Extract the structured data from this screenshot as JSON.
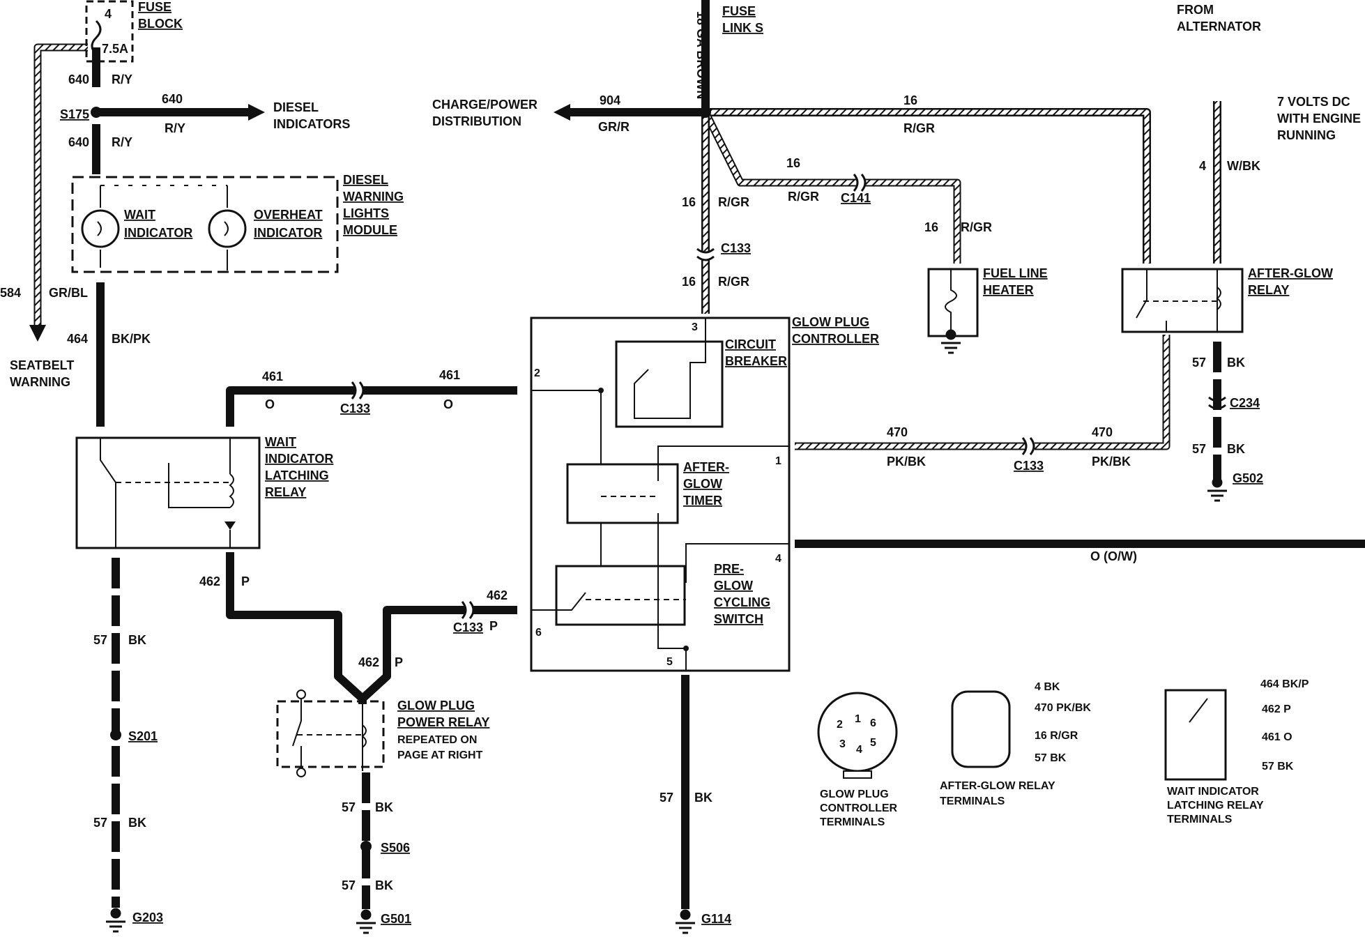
{
  "fuse_block": {
    "pin": "4",
    "rating": "7.5A",
    "l1": "FUSE",
    "l2": "BLOCK"
  },
  "wires": {
    "w640": "640",
    "ry": "R/Y",
    "s175": "S175",
    "diesel_ind_1": "DIESEL",
    "diesel_ind_2": "INDICATORS",
    "w584": "584",
    "grbl": "GR/BL",
    "seatbelt_1": "SEATBELT",
    "seatbelt_2": "WARNING",
    "w464": "464",
    "bkpk": "BK/PK",
    "w461": "461",
    "o": "O",
    "c133": "C133",
    "w462": "462",
    "p": "P",
    "w57": "57",
    "bk": "BK",
    "s201": "S201",
    "g203": "G203",
    "s506": "S506",
    "g501": "G501",
    "g114": "G114",
    "w904": "904",
    "grr": "GR/R",
    "charge_1": "CHARGE/POWER",
    "charge_2": "DISTRIBUTION",
    "fuse_link_ga": "18 GA BROWN",
    "fuse_link_1": "FUSE",
    "fuse_link_2": "LINK S",
    "w16": "16",
    "rgr": "R/GR",
    "c141": "C141",
    "from_alt_1": "FROM",
    "from_alt_2": "ALTERNATOR",
    "volts_1": "7 VOLTS DC",
    "volts_2": "WITH ENGINE",
    "volts_3": "RUNNING",
    "w4": "4",
    "wbk": "W/BK",
    "c234": "C234",
    "g502": "G502",
    "w470": "470",
    "pkbk": "PK/BK",
    "oow": "O (O/W)"
  },
  "modules": {
    "dwlm": [
      "DIESEL",
      "WARNING",
      "LIGHTS",
      "MODULE"
    ],
    "wait_ind": [
      "WAIT",
      "INDICATOR"
    ],
    "overheat": [
      "OVERHEAT",
      "INDICATOR"
    ],
    "wilr": [
      "WAIT",
      "INDICATOR",
      "LATCHING",
      "RELAY"
    ],
    "gppr": [
      "GLOW PLUG",
      "POWER RELAY",
      "REPEATED ON",
      "PAGE AT RIGHT"
    ],
    "gpc": [
      "GLOW PLUG",
      "CONTROLLER"
    ],
    "cb": [
      "CIRCUIT",
      "BREAKER"
    ],
    "agt": [
      "AFTER-",
      "GLOW",
      "TIMER"
    ],
    "pgcs": [
      "PRE-",
      "GLOW",
      "CYCLING",
      "SWITCH"
    ],
    "flh": [
      "FUEL LINE",
      "HEATER"
    ],
    "agr": [
      "AFTER-GLOW",
      "RELAY"
    ]
  },
  "pins": {
    "p1": "1",
    "p2": "2",
    "p3": "3",
    "p4": "4",
    "p5": "5",
    "p6": "6"
  },
  "terminals": {
    "gpc_labels": [
      "GLOW PLUG",
      "CONTROLLER",
      "TERMINALS"
    ],
    "gpc_pins": [
      "1",
      "2",
      "3",
      "4",
      "5",
      "6"
    ],
    "agr_labels": [
      "AFTER-GLOW  RELAY",
      "TERMINALS"
    ],
    "agr_pins": [
      "4 BK",
      "470 PK/BK",
      "16 R/GR",
      "57 BK"
    ],
    "wilr_labels": [
      "WAIT INDICATOR",
      "LATCHING RELAY",
      "TERMINALS"
    ],
    "wilr_pins": [
      "464 BK/P",
      "462 P",
      "461 O",
      "57 BK"
    ]
  }
}
